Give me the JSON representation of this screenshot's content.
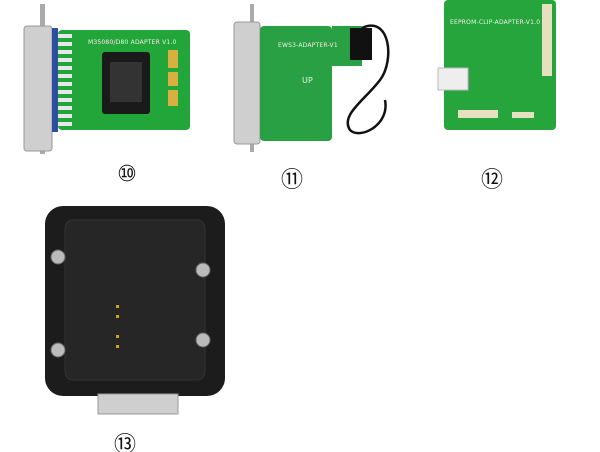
{
  "items": [
    {
      "label": "⑩",
      "board_text": "M35080/D80 ADAPTER V1.0"
    },
    {
      "label": "⑪",
      "board_text": "EWS3-ADAPTER-V1",
      "board_mark": "UP"
    },
    {
      "label": "⑫",
      "board_text": "EEPROM-CLIP-ADAPTER-V1.0"
    },
    {
      "label": "⑬"
    }
  ],
  "colors": {
    "pcb": "#22a63a",
    "connector": "#c8c8c8",
    "housing": "#1c1c1c"
  }
}
